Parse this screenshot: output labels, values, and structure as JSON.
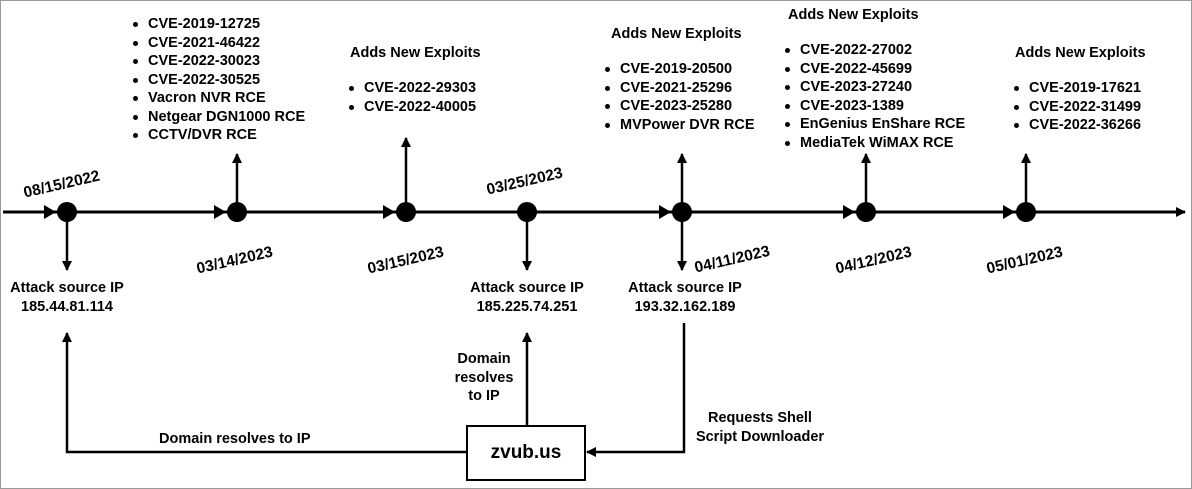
{
  "dates": {
    "d1": "08/15/2022",
    "d2": "03/14/2023",
    "d3": "03/15/2023",
    "d4": "03/25/2023",
    "d5": "04/11/2023",
    "d6": "04/12/2023",
    "d7": "05/01/2023"
  },
  "exploits": {
    "e1": {
      "items": [
        "CVE-2019-12725",
        "CVE-2021-46422",
        "CVE-2022-30023",
        "CVE-2022-30525",
        "Vacron NVR RCE",
        "Netgear DGN1000 RCE",
        "CCTV/DVR RCE"
      ]
    },
    "e2": {
      "heading": "Adds New Exploits",
      "items": [
        "CVE-2022-29303",
        "CVE-2022-40005"
      ]
    },
    "e3": {
      "heading": "Adds New Exploits",
      "items": [
        "CVE-2019-20500",
        "CVE-2021-25296",
        "CVE-2023-25280",
        "MVPower DVR RCE"
      ]
    },
    "e4": {
      "heading": "Adds New Exploits",
      "items": [
        "CVE-2022-27002",
        "CVE-2022-45699",
        "CVE-2023-27240",
        "CVE-2023-1389",
        "EnGenius EnShare RCE",
        "MediaTek WiMAX RCE"
      ]
    },
    "e5": {
      "heading": "Adds New Exploits",
      "items": [
        "CVE-2019-17621",
        "CVE-2022-31499",
        "CVE-2022-36266"
      ]
    }
  },
  "attack_ips": {
    "ip1": {
      "label": "Attack source IP",
      "ip": "185.44.81.114"
    },
    "ip2": {
      "label": "Attack source IP",
      "ip": "185.225.74.251"
    },
    "ip3": {
      "label": "Attack source IP",
      "ip": "193.32.162.189"
    }
  },
  "domain": "zvub.us",
  "edge_labels": {
    "domain_resolves_left": "Domain resolves to IP",
    "domain_resolves_up": [
      "Domain",
      "resolves",
      "to IP"
    ],
    "requests": [
      "Requests Shell",
      "Script Downloader"
    ]
  }
}
